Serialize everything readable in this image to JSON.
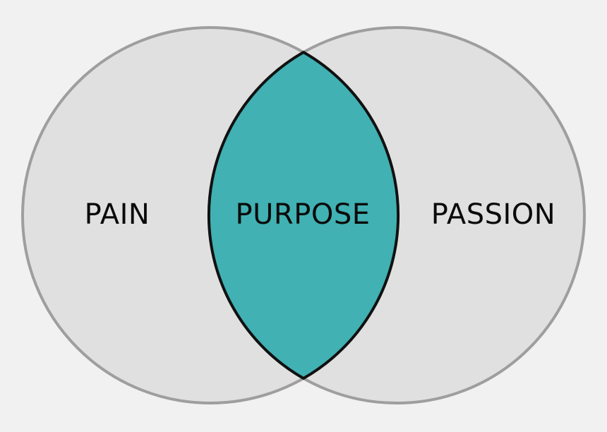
{
  "diagram": {
    "type": "venn",
    "left_label": "PAIN",
    "center_label": "PURPOSE",
    "right_label": "PASSION"
  },
  "colors": {
    "background": "#f1f1f1",
    "circle_fill": "#e0e0e0",
    "circle_stroke": "#9e9e9e",
    "overlap_fill": "#41b1b3",
    "overlap_stroke": "#111111"
  }
}
